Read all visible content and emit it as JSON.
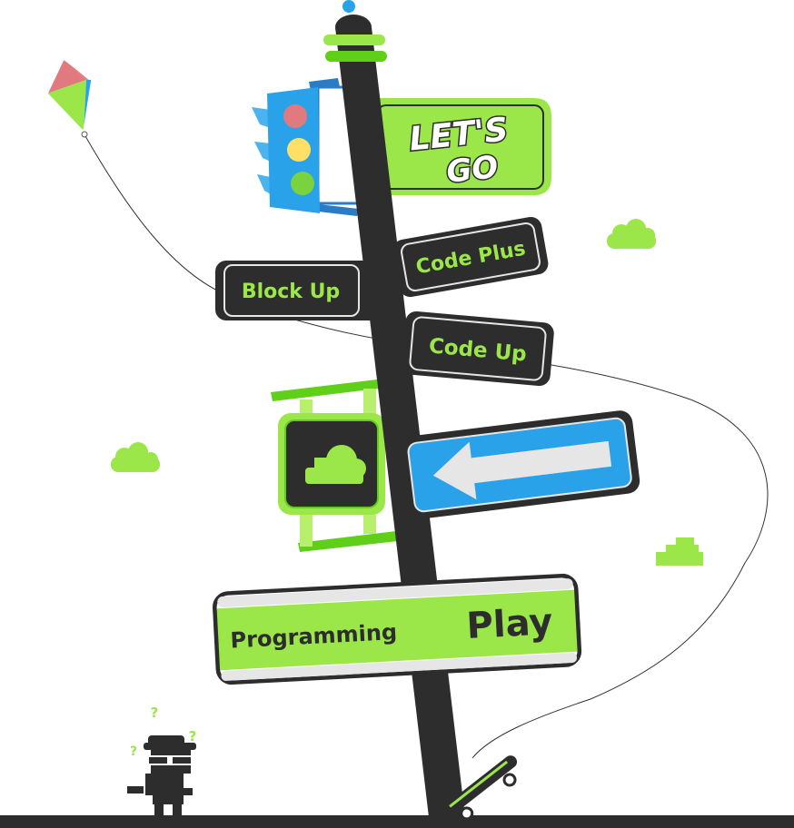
{
  "colors": {
    "dark": "#2d2d2d",
    "green": "#9be648",
    "green_dark": "#5fcf1a",
    "blue": "#2aa2ea",
    "light_gray": "#e6e6e6",
    "red_light": "#e07a7e",
    "yellow_light": "#ffe066"
  },
  "header_sign": {
    "line1": "LET'S",
    "line2": "GO"
  },
  "signs": {
    "code_plus": "Code Plus",
    "block_up": "Block Up",
    "code_up": "Code Up",
    "programming": "Programming",
    "play": "Play"
  },
  "icons": {
    "traffic_light": "traffic-light-icon",
    "cloud_sign": "cloud-icon",
    "back_arrow": "arrow-left-icon",
    "kite": "kite-icon",
    "robot": "robot-mascot-icon",
    "skateboard": "skateboard-icon"
  },
  "mascot_marks": [
    "?",
    "?",
    "?"
  ]
}
